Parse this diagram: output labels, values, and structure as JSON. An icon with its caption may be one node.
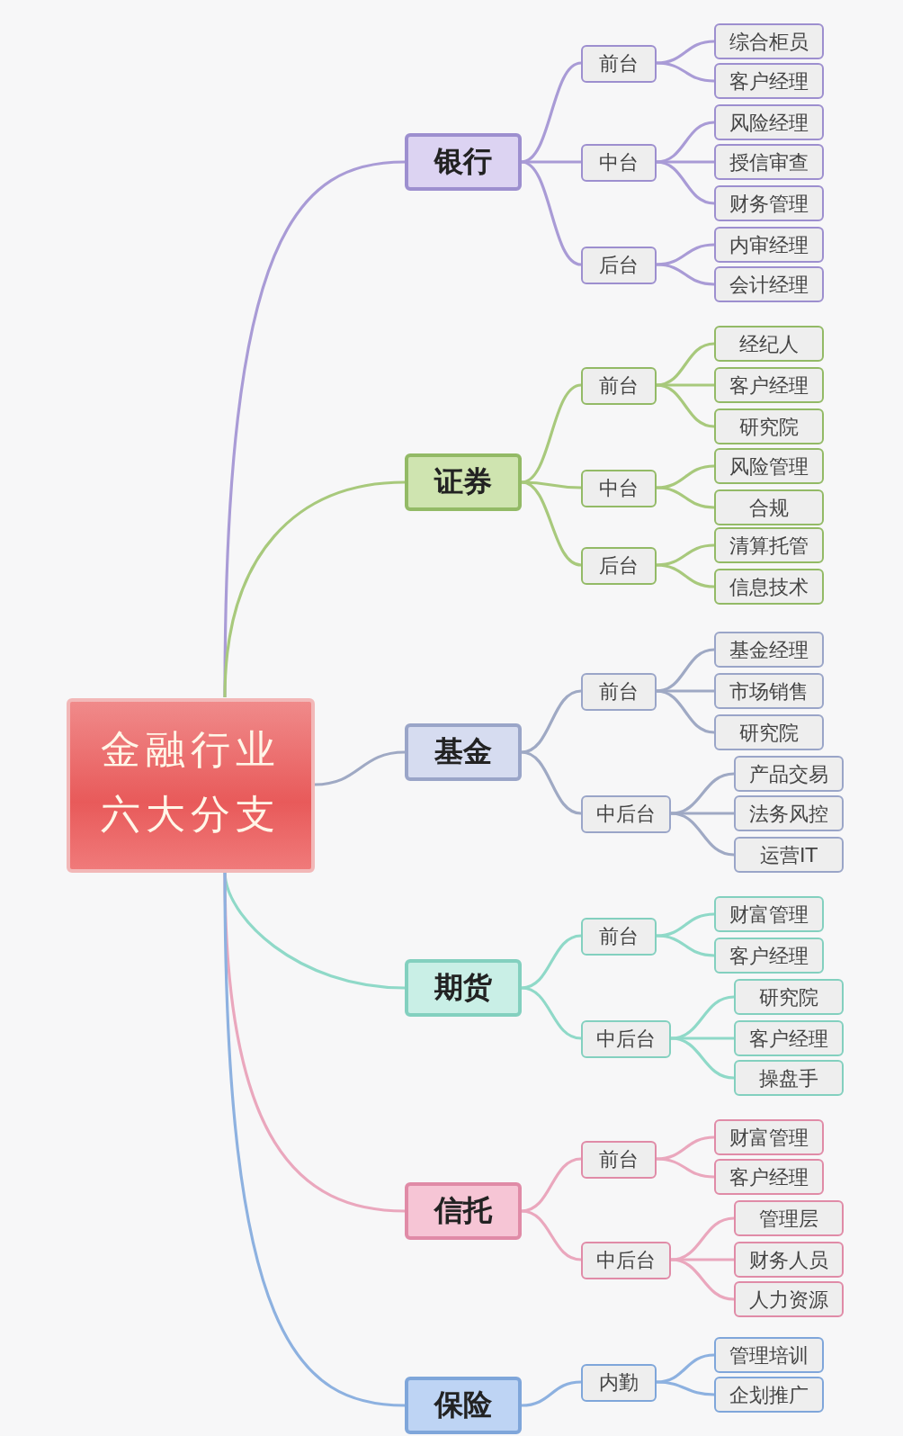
{
  "diagram": {
    "nodes": [
      {
        "text": [
          "金融行业六大分支"
        ]
      },
      {
        "text": [
          "银行"
        ]
      },
      {
        "text": [
          "前台"
        ]
      },
      {
        "text": [
          "综合柜员"
        ]
      },
      {
        "text": [
          "客户经理"
        ]
      },
      {
        "text": [
          "中台"
        ]
      },
      {
        "text": [
          "风险经理"
        ]
      },
      {
        "text": [
          "授信审查"
        ]
      },
      {
        "text": [
          "财务管理"
        ]
      },
      {
        "text": [
          "后台"
        ]
      },
      {
        "text": [
          "内审经理"
        ]
      },
      {
        "text": [
          "会计经理"
        ]
      },
      {
        "text": [
          "证券"
        ]
      },
      {
        "text": [
          "前台"
        ]
      },
      {
        "text": [
          "经纪人"
        ]
      },
      {
        "text": [
          "客户经理"
        ]
      },
      {
        "text": [
          "研究院"
        ]
      },
      {
        "text": [
          "中台"
        ]
      },
      {
        "text": [
          "风险管理"
        ]
      },
      {
        "text": [
          "合规"
        ]
      },
      {
        "text": [
          "后台"
        ]
      },
      {
        "text": [
          "清算托管"
        ]
      },
      {
        "text": [
          "信息技术"
        ]
      },
      {
        "text": [
          "基金"
        ]
      },
      {
        "text": [
          "前台"
        ]
      },
      {
        "text": [
          "基金经理"
        ]
      },
      {
        "text": [
          "市场销售"
        ]
      },
      {
        "text": [
          "研究院"
        ]
      },
      {
        "text": [
          "中后台"
        ]
      },
      {
        "text": [
          "产品交易"
        ]
      },
      {
        "text": [
          "法务风控"
        ]
      },
      {
        "text": [
          "运营IT"
        ]
      },
      {
        "text": [
          "期货"
        ]
      },
      {
        "text": [
          "前台"
        ]
      },
      {
        "text": [
          "财富管理"
        ]
      },
      {
        "text": [
          "客户经理"
        ]
      },
      {
        "text": [
          "中后台"
        ]
      },
      {
        "text": [
          "研究院"
        ]
      },
      {
        "text": [
          "客户经理"
        ]
      },
      {
        "text": [
          "操盘手"
        ]
      },
      {
        "text": [
          "信托"
        ]
      },
      {
        "text": [
          "前台"
        ]
      },
      {
        "text": [
          "财富管理"
        ]
      },
      {
        "text": [
          "客户经理"
        ]
      },
      {
        "text": [
          "中后台"
        ]
      },
      {
        "text": [
          "管理层"
        ]
      },
      {
        "text": [
          "财务人员"
        ]
      },
      {
        "text": [
          "人力资源"
        ]
      },
      {
        "text": [
          "保险"
        ]
      },
      {
        "text": [
          "内勤"
        ]
      },
      {
        "text": [
          "管理培训"
        ]
      },
      {
        "text": [
          "企划推广"
        ]
      }
    ],
    "edges": [
      {
        "from": 0,
        "to": 1,
        "arrow": "none",
        "color": "#a99bd6"
      },
      {
        "from": 1,
        "to": 2,
        "arrow": "none",
        "color": "#a99bd6"
      },
      {
        "from": 2,
        "to": 3,
        "arrow": "none",
        "color": "#a99bd6"
      },
      {
        "from": 2,
        "to": 4,
        "arrow": "none",
        "color": "#a99bd6"
      },
      {
        "from": 1,
        "to": 5,
        "arrow": "none",
        "color": "#a99bd6"
      },
      {
        "from": 5,
        "to": 6,
        "arrow": "none",
        "color": "#a99bd6"
      },
      {
        "from": 5,
        "to": 7,
        "arrow": "none",
        "color": "#a99bd6"
      },
      {
        "from": 5,
        "to": 8,
        "arrow": "none",
        "color": "#a99bd6"
      },
      {
        "from": 1,
        "to": 9,
        "arrow": "none",
        "color": "#a99bd6"
      },
      {
        "from": 9,
        "to": 10,
        "arrow": "none",
        "color": "#a99bd6"
      },
      {
        "from": 9,
        "to": 11,
        "arrow": "none",
        "color": "#a99bd6"
      },
      {
        "from": 0,
        "to": 12,
        "arrow": "none",
        "color": "#a8c97c"
      },
      {
        "from": 12,
        "to": 13,
        "arrow": "none",
        "color": "#a8c97c"
      },
      {
        "from": 13,
        "to": 14,
        "arrow": "none",
        "color": "#a8c97c"
      },
      {
        "from": 13,
        "to": 15,
        "arrow": "none",
        "color": "#a8c97c"
      },
      {
        "from": 13,
        "to": 16,
        "arrow": "none",
        "color": "#a8c97c"
      },
      {
        "from": 12,
        "to": 17,
        "arrow": "none",
        "color": "#a8c97c"
      },
      {
        "from": 17,
        "to": 18,
        "arrow": "none",
        "color": "#a8c97c"
      },
      {
        "from": 17,
        "to": 19,
        "arrow": "none",
        "color": "#a8c97c"
      },
      {
        "from": 12,
        "to": 20,
        "arrow": "none",
        "color": "#a8c97c"
      },
      {
        "from": 20,
        "to": 21,
        "arrow": "none",
        "color": "#a8c97c"
      },
      {
        "from": 20,
        "to": 22,
        "arrow": "none",
        "color": "#a8c97c"
      },
      {
        "from": 0,
        "to": 23,
        "arrow": "none",
        "color": "#9fa9c4"
      },
      {
        "from": 23,
        "to": 24,
        "arrow": "none",
        "color": "#9fa9c4"
      },
      {
        "from": 24,
        "to": 25,
        "arrow": "none",
        "color": "#9fa9c4"
      },
      {
        "from": 24,
        "to": 26,
        "arrow": "none",
        "color": "#9fa9c4"
      },
      {
        "from": 24,
        "to": 27,
        "arrow": "none",
        "color": "#9fa9c4"
      },
      {
        "from": 23,
        "to": 28,
        "arrow": "none",
        "color": "#9fa9c4"
      },
      {
        "from": 28,
        "to": 29,
        "arrow": "none",
        "color": "#9fa9c4"
      },
      {
        "from": 28,
        "to": 30,
        "arrow": "none",
        "color": "#9fa9c4"
      },
      {
        "from": 28,
        "to": 31,
        "arrow": "none",
        "color": "#9fa9c4"
      },
      {
        "from": 0,
        "to": 32,
        "arrow": "none",
        "color": "#8fd9c8"
      },
      {
        "from": 32,
        "to": 33,
        "arrow": "none",
        "color": "#8fd9c8"
      },
      {
        "from": 33,
        "to": 34,
        "arrow": "none",
        "color": "#8fd9c8"
      },
      {
        "from": 33,
        "to": 35,
        "arrow": "none",
        "color": "#8fd9c8"
      },
      {
        "from": 32,
        "to": 36,
        "arrow": "none",
        "color": "#8fd9c8"
      },
      {
        "from": 36,
        "to": 37,
        "arrow": "none",
        "color": "#8fd9c8"
      },
      {
        "from": 36,
        "to": 38,
        "arrow": "none",
        "color": "#8fd9c8"
      },
      {
        "from": 36,
        "to": 39,
        "arrow": "none",
        "color": "#8fd9c8"
      },
      {
        "from": 0,
        "to": 40,
        "arrow": "none",
        "color": "#eaa7bd"
      },
      {
        "from": 40,
        "to": 41,
        "arrow": "none",
        "color": "#eaa7bd"
      },
      {
        "from": 41,
        "to": 42,
        "arrow": "none",
        "color": "#eaa7bd"
      },
      {
        "from": 41,
        "to": 43,
        "arrow": "none",
        "color": "#eaa7bd"
      },
      {
        "from": 40,
        "to": 44,
        "arrow": "none",
        "color": "#eaa7bd"
      },
      {
        "from": 44,
        "to": 45,
        "arrow": "none",
        "color": "#eaa7bd"
      },
      {
        "from": 44,
        "to": 46,
        "arrow": "none",
        "color": "#eaa7bd"
      },
      {
        "from": 44,
        "to": 47,
        "arrow": "none",
        "color": "#eaa7bd"
      },
      {
        "from": 0,
        "to": 48,
        "arrow": "none",
        "color": "#8db1e0"
      },
      {
        "from": 48,
        "to": 49,
        "arrow": "none",
        "color": "#8db1e0"
      },
      {
        "from": 49,
        "to": 50,
        "arrow": "none",
        "color": "#8db1e0"
      },
      {
        "from": 49,
        "to": 51,
        "arrow": "none",
        "color": "#8db1e0"
      }
    ]
  }
}
